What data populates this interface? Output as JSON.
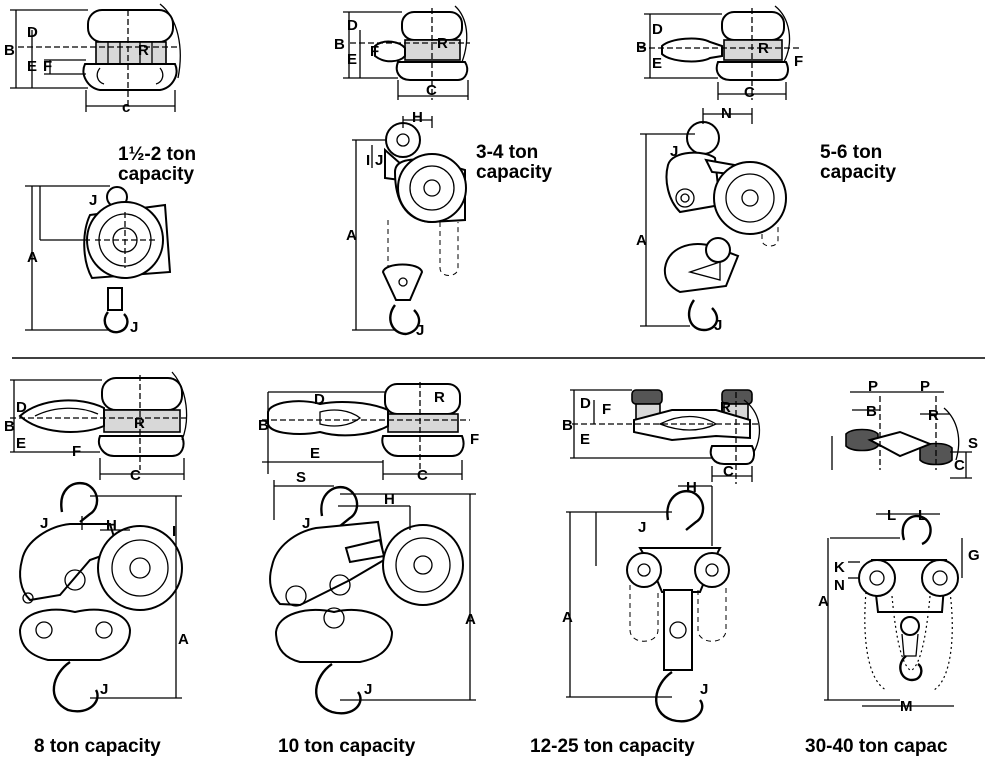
{
  "captions": {
    "cap_1_5_2": "1½-2 ton\ncapacity",
    "cap_3_4": "3-4 ton\ncapacity",
    "cap_5_6": "5-6 ton\ncapacity",
    "cap_8": "8 ton capacity",
    "cap_10": "10 ton capacity",
    "cap_12_25": "12-25 ton capacity",
    "cap_30_40": "30-40 ton capac"
  },
  "letters": {
    "A": "A",
    "B": "B",
    "C": "C",
    "c_lower": "c",
    "D": "D",
    "E": "E",
    "F": "F",
    "G": "G",
    "H": "H",
    "I": "I",
    "J": "J",
    "K": "K",
    "L": "L",
    "M": "M",
    "N": "N",
    "P": "P",
    "R": "R",
    "S": "S"
  }
}
